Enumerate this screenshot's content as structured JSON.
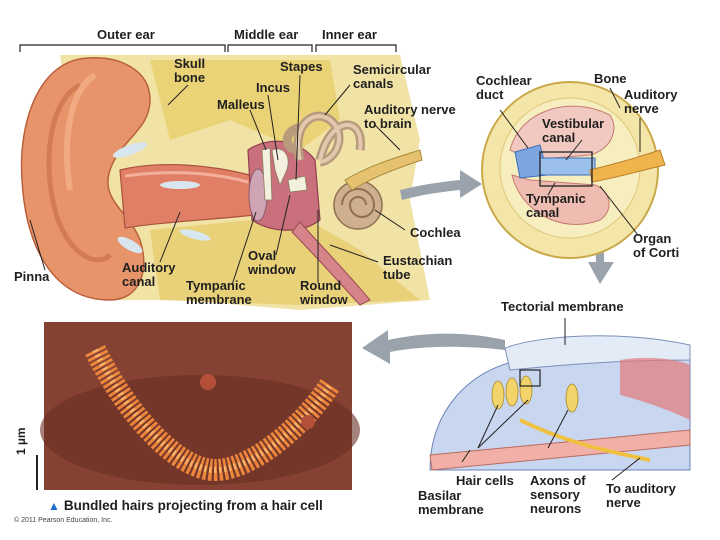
{
  "regions": {
    "outer_ear": "Outer ear",
    "middle_ear": "Middle ear",
    "inner_ear": "Inner ear"
  },
  "ear_labels": {
    "skull_bone": "Skull\nbone",
    "stapes": "Stapes",
    "semicircular_canals": "Semicircular\ncanals",
    "incus": "Incus",
    "malleus": "Malleus",
    "auditory_nerve_to_brain": "Auditory nerve\nto brain",
    "cochlea": "Cochlea",
    "eustachian_tube": "Eustachian\ntube",
    "oval_window": "Oval\nwindow",
    "round_window": "Round\nwindow",
    "pinna": "Pinna",
    "auditory_canal": "Auditory\ncanal",
    "tympanic_membrane": "Tympanic\nmembrane"
  },
  "cochlea_section_labels": {
    "cochlear_duct": "Cochlear\nduct",
    "bone": "Bone",
    "auditory_nerve": "Auditory\nnerve",
    "vestibular_canal": "Vestibular\ncanal",
    "tympanic_canal": "Tympanic\ncanal",
    "organ_of_corti": "Organ\nof Corti"
  },
  "corti_labels": {
    "tectorial_membrane": "Tectorial membrane",
    "hair_cells": "Hair cells",
    "axons_of_sensory_neurons": "Axons of\nsensory\nneurons",
    "to_auditory_nerve": "To auditory\nnerve",
    "basilar_membrane": "Basilar\nmembrane"
  },
  "micrograph": {
    "caption": "Bundled hairs projecting from a hair cell",
    "scale_bar": "1 µm"
  },
  "copyright": "© 2011 Pearson Education, Inc.",
  "colors": {
    "skin": "#e8946a",
    "bone": "#ecd77a",
    "canal_pink": "#d98a8a",
    "arrow_gray": "#9aa3ab",
    "micrograph_bg": "#7a3a2c",
    "hair_orange": "#f08a3c",
    "fluid_blue": "#8fb7e6"
  }
}
